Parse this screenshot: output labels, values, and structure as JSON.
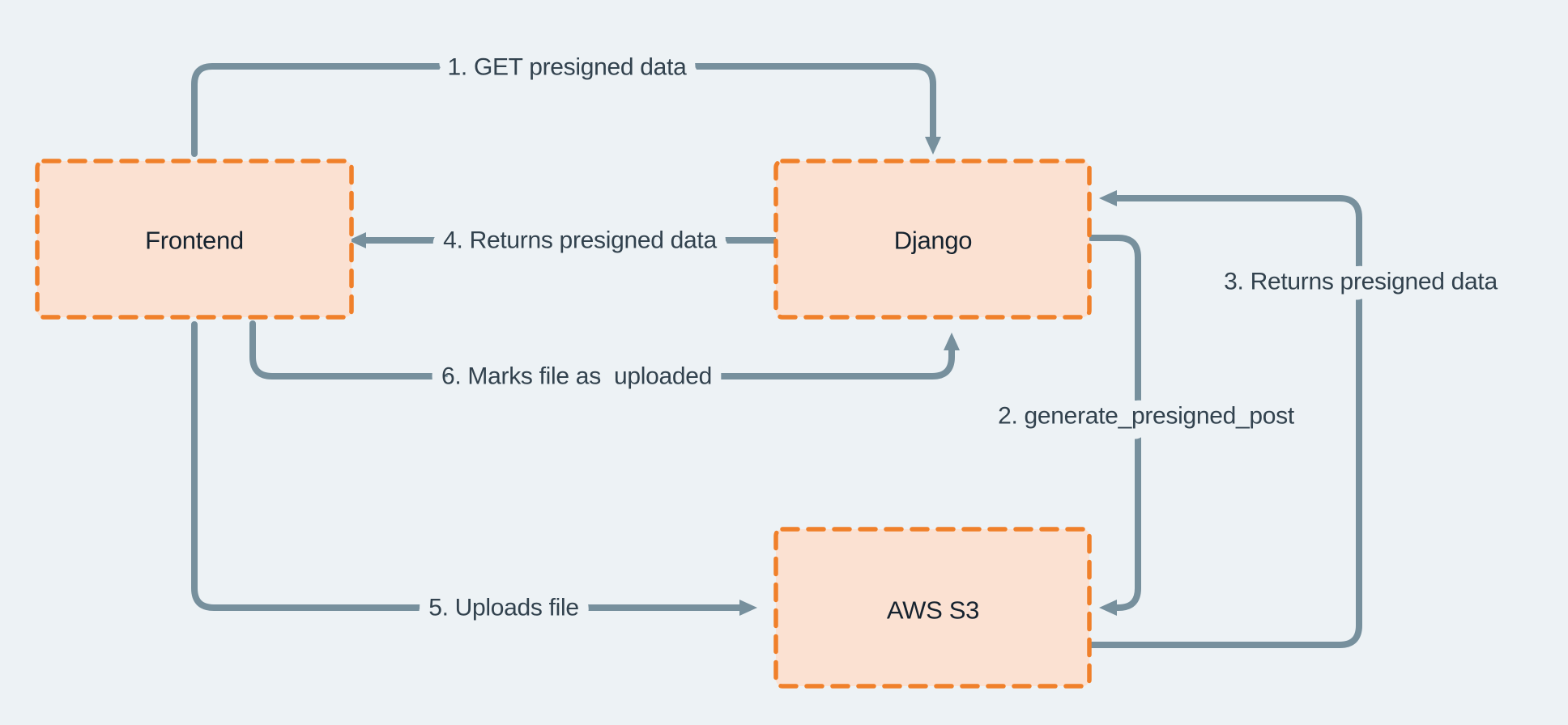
{
  "diagram": {
    "type": "flow-diagram",
    "subject": "S3 presigned upload flow",
    "background_color": "#edf2f5",
    "arrow_color": "#77909d",
    "node_fill_color": "#fbe1d2",
    "node_border_color": "#f0802a",
    "node_text_color": "#15222e",
    "label_text_color": "#32424e",
    "nodes": [
      {
        "id": "frontend",
        "label": "Frontend"
      },
      {
        "id": "django",
        "label": "Django"
      },
      {
        "id": "aws-s3",
        "label": "AWS S3"
      }
    ],
    "flows": [
      {
        "label": "1. GET presigned data",
        "from": "Frontend",
        "to": "Django"
      },
      {
        "label": "2. generate_presigned_post",
        "from": "Django",
        "to": "AWS S3"
      },
      {
        "label": "3. Returns presigned data",
        "from": "AWS S3",
        "to": "Django"
      },
      {
        "label": "4. Returns presigned data",
        "from": "Django",
        "to": "Frontend"
      },
      {
        "label": "5. Uploads file",
        "from": "Frontend",
        "to": "AWS S3"
      },
      {
        "label": "6. Marks file as  uploaded",
        "from": "Frontend",
        "to": "Django"
      }
    ]
  }
}
